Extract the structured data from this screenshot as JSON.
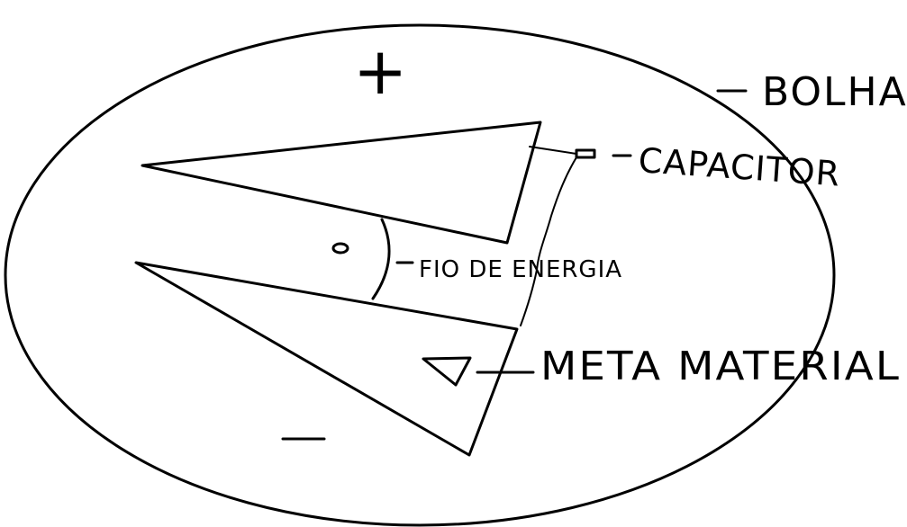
{
  "diagram": {
    "sign_positive": "+",
    "sign_negative": "−",
    "labels": {
      "bubble": "BOLHA",
      "capacitor": "CAPACITOR",
      "wire": "FIO DE ENERGIA",
      "metamaterial": "META MATERIAL"
    }
  },
  "colors": {
    "ink": "#000000",
    "background": "#ffffff"
  }
}
